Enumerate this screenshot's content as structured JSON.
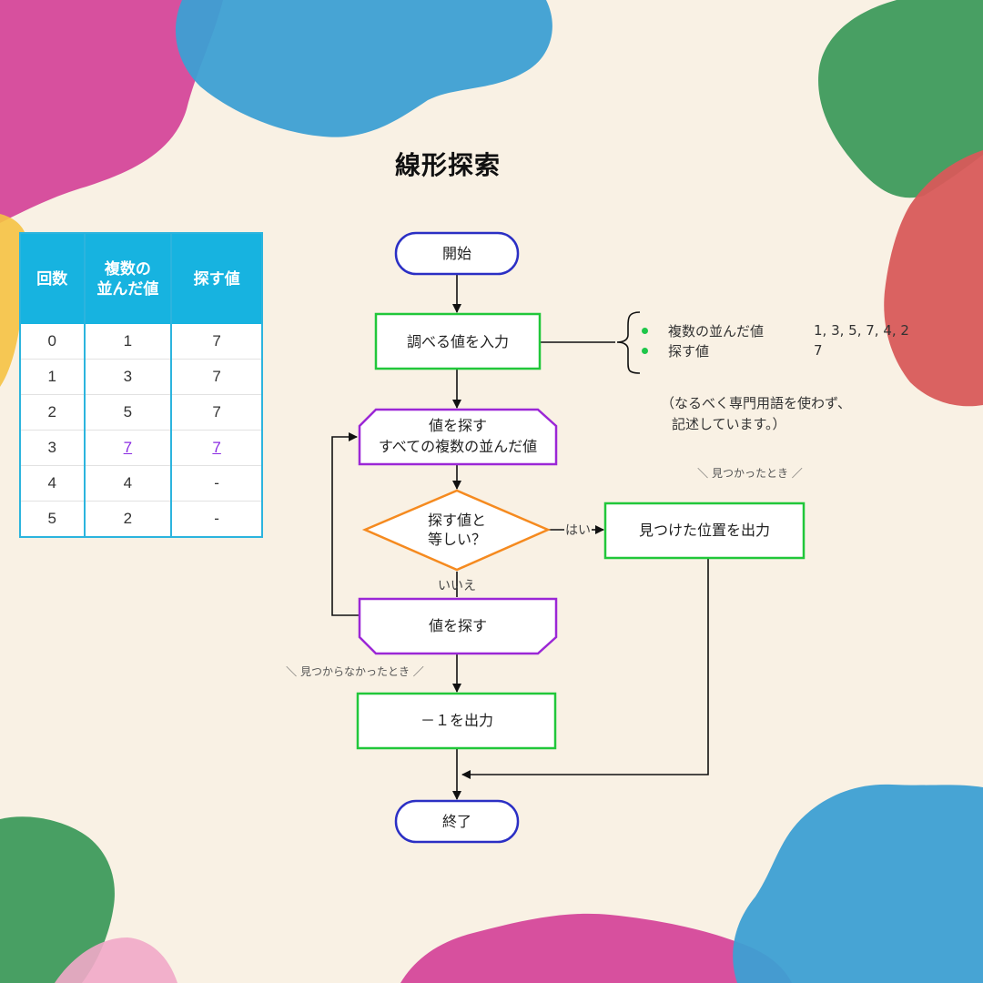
{
  "title": "線形探索",
  "table": {
    "headers": [
      [
        "回数"
      ],
      [
        "複数の",
        "並んだ値"
      ],
      [
        "探す値"
      ]
    ],
    "rows": [
      [
        "0",
        "1",
        "7"
      ],
      [
        "1",
        "3",
        "7"
      ],
      [
        "2",
        "5",
        "7"
      ],
      [
        "3",
        "7",
        "7"
      ],
      [
        "4",
        "4",
        "-"
      ],
      [
        "5",
        "2",
        "-"
      ]
    ],
    "highlight_row": 3
  },
  "flow": {
    "start": "開始",
    "input": "調べる値を入力",
    "loop_start_line1": "値を探す",
    "loop_start_line2": "すべての複数の並んだ値",
    "decision_line1": "探す値と",
    "decision_line2": "等しい？",
    "yes_label": "はい",
    "no_label": "いいえ",
    "output_found": "見つけた位置を出力",
    "loop_end": "値を探す",
    "output_not_found": "－１を出力",
    "end": "終了",
    "found_note": "＼ 見つかったとき ／",
    "not_found_note": "＼ 見つからなかったとき ／"
  },
  "inputs": {
    "items": [
      {
        "label": "複数の並んだ値",
        "value": "1, 3, 5, 7, 4, 2"
      },
      {
        "label": "探す値",
        "value": "7"
      }
    ],
    "note_line1": "（なるべく専門用語を使わず、",
    "note_line2": "記述しています。）"
  },
  "colors": {
    "background": "#f9f1e4",
    "terminal": "#2b2fc4",
    "process": "#21c73a",
    "loop": "#9b27d6",
    "decision": "#f58a1f",
    "table_header": "#17b3e0",
    "blob_pink": "#d5479a",
    "blob_blue": "#3d9fd3",
    "blob_green": "#3e9a5c",
    "blob_red": "#d85a5a",
    "blob_yellow": "#f5c242"
  }
}
